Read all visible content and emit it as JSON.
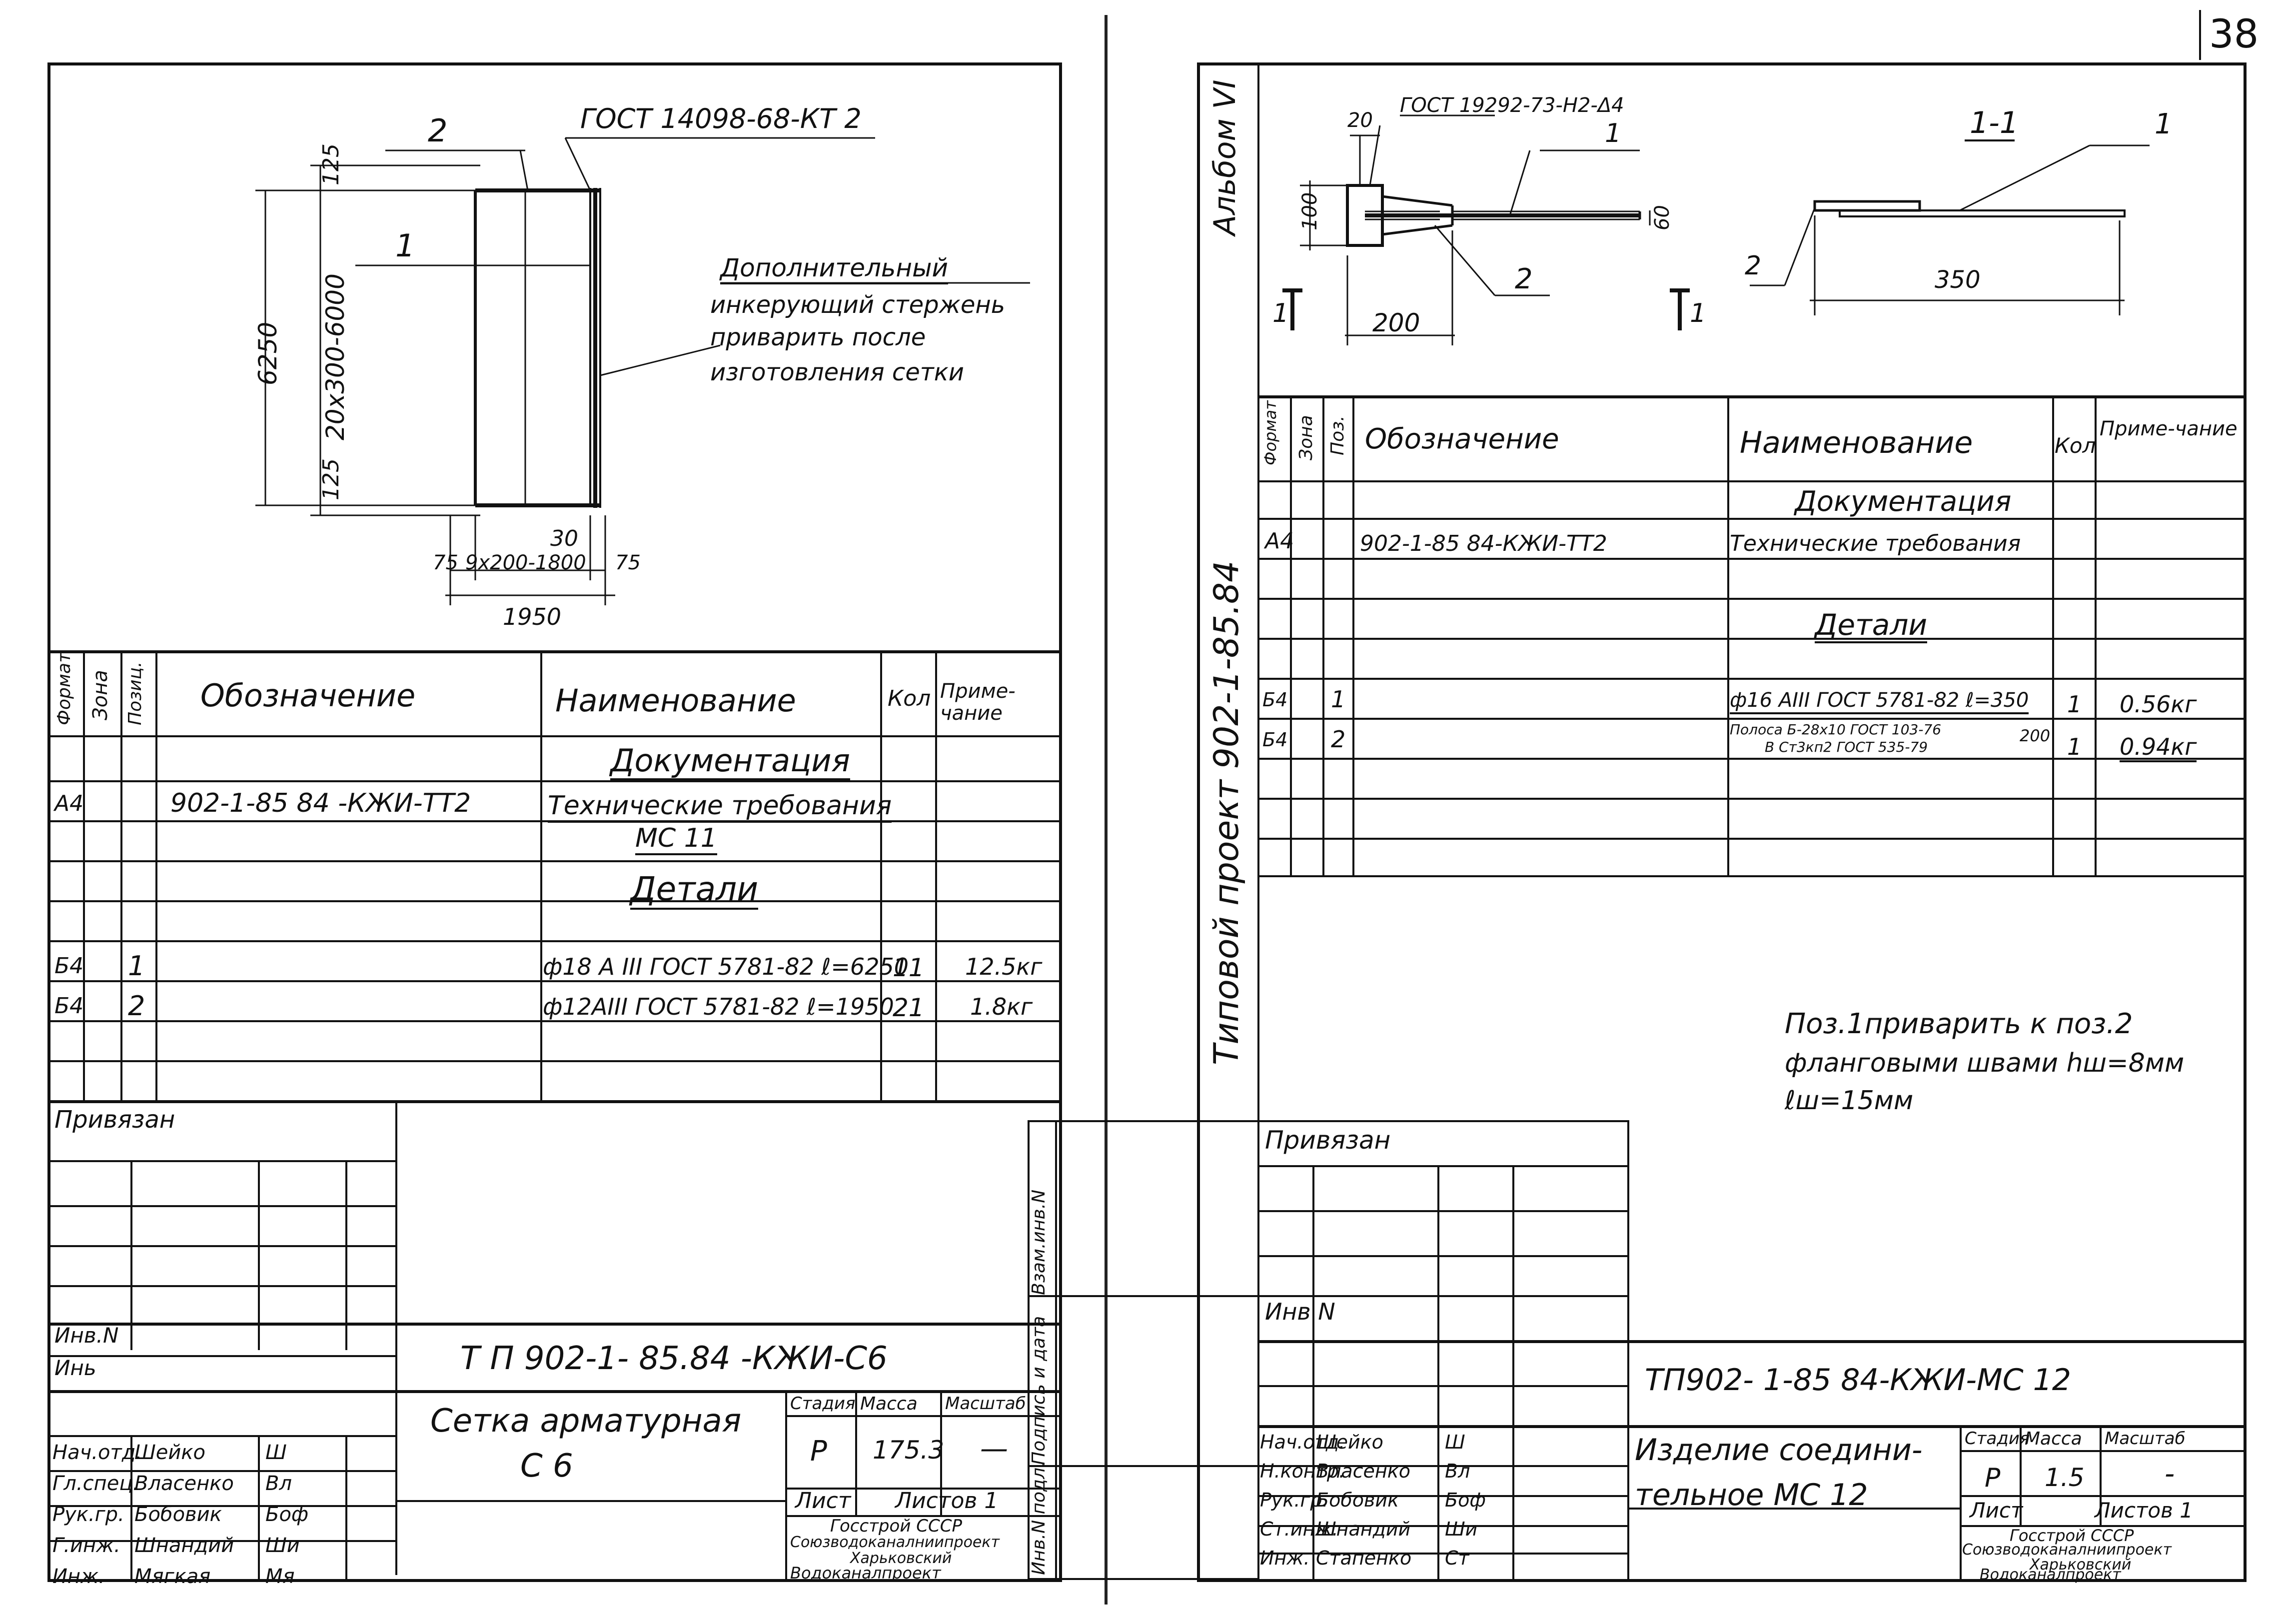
{
  "page_number": "38",
  "left_sheet": {
    "drawing": {
      "gost_note": "ГОСТ 14098-68-КТ 2",
      "callout_1": "1",
      "callout_2": "2",
      "dim_top": "125",
      "dim_middle": "20х300-6000",
      "dim_bottom": "125",
      "dim_total_height": "6250",
      "dim_30": "30",
      "dim_75_left": "75",
      "dim_spacing": "9х200-1800",
      "dim_75_right": "75",
      "dim_total_width": "1950",
      "note_line1": "Дополнительный",
      "note_line2": "инкерующий стержень",
      "note_line3": "приварить после",
      "note_line4": "изготовления сетки"
    },
    "spec_headers": {
      "format": "Формат",
      "zone": "Зона",
      "pos": "Позиц.",
      "designation": "Обозначение",
      "name": "Наименование",
      "qty": "Кол",
      "note": "Приме-чание"
    },
    "spec_rows": {
      "doc_section": "Документация",
      "doc_format": "А4",
      "doc_designation": "902-1-85 84 -КЖИ-ТТ2",
      "doc_name": "Технические требования",
      "doc_name2": "МС 11",
      "details_section": "Детали",
      "r1_format": "Б4",
      "r1_pos": "1",
      "r1_name": "ф18 А III ГОСТ 5781-82 ℓ=6250",
      "r1_qty": "11",
      "r1_note": "12.5кг",
      "r2_format": "Б4",
      "r2_pos": "2",
      "r2_name": "ф12АIII ГОСТ 5781-82 ℓ=1950",
      "r2_qty": "21",
      "r2_note": "1.8кг"
    },
    "title_block": {
      "privyazan": "Привязан",
      "inv_n": "Инв.N",
      "inv": "Инь",
      "code": "Т П 902-1- 85.84 -КЖИ-С6",
      "title_line1": "Сетка арматурная",
      "title_line2": "С 6",
      "stadia_label": "Стадия",
      "massa_label": "Масса",
      "masshtab_label": "Масштаб",
      "stadia": "Р",
      "massa": "175.3",
      "masshtab": "—",
      "list": "Лист",
      "listov": "Листов 1",
      "org1": "Госстрой СССР",
      "org2": "Союзводоканалниипроект",
      "org3": "Харьковский",
      "org4": "Водоканалпроект",
      "staff": [
        {
          "role": "Нач.отд.",
          "name": "Шейко",
          "sign": "Ш"
        },
        {
          "role": "Гл.спец.",
          "name": "Власенко",
          "sign": "Вл"
        },
        {
          "role": "Рук.гр.",
          "name": "Бобовик",
          "sign": "Боф"
        },
        {
          "role": "Г.инж.",
          "name": "Шнандий",
          "sign": "Ши"
        },
        {
          "role": "Инж.",
          "name": "Мягкая",
          "sign": "Мя"
        }
      ]
    }
  },
  "right_sheet": {
    "side_labels": {
      "album": "Альбом VI",
      "project": "Типовой проект 902-1-85.84",
      "vzam": "Взам.инв.N",
      "podpis": "Подпись и дата",
      "inv_podl": "Инв.N подл."
    },
    "drawing": {
      "gost": "ГОСТ 19292-73-Н2-Δ4",
      "dim_20": "20",
      "dim_100": "100",
      "dim_60": "60",
      "dim_200": "200",
      "callout_1": "1",
      "callout_2": "2",
      "section_mark_left": "1",
      "section_mark_right": "1",
      "section_title": "1-1",
      "sec_callout_1": "1",
      "sec_callout_2": "2",
      "sec_dim_350": "350"
    },
    "spec_headers": {
      "format": "Формат",
      "zone": "Зона",
      "pos": "Поз.",
      "designation": "Обозначение",
      "name": "Наименование",
      "qty": "Кол",
      "note": "Приме-чание"
    },
    "spec_rows": {
      "doc_section": "Документация",
      "doc_format": "А4",
      "doc_designation": "902-1-85 84-КЖИ-ТТ2",
      "doc_name": "Технические требования",
      "details_section": "Детали",
      "r1_format": "Б4",
      "r1_pos": "1",
      "r1_name": "ф16 АIII ГОСТ 5781-82 ℓ=350",
      "r1_qty": "1",
      "r1_note": "0.56кг",
      "r2_format": "Б4",
      "r2_pos": "2",
      "r2_name_a": "Полоса Б-28х10 ГОСТ 103-76",
      "r2_name_b": "В Ст3кп2 ГОСТ 535-79",
      "r2_len": "200",
      "r2_qty": "1",
      "r2_note": "0.94кг"
    },
    "weld_note": {
      "line1": "Поз.1приварить к поз.2",
      "line2": "фланговыми швами hш=8мм",
      "line3": "ℓш=15мм"
    },
    "title_block": {
      "privyazan": "Привязан",
      "inv_n": "Инв N",
      "code": "ТП902- 1-85 84-КЖИ-МС 12",
      "title_line1": "Изделие соедини-",
      "title_line2": "тельное МС 12",
      "stadia_label": "Стадия",
      "massa_label": "Масса",
      "masshtab_label": "Масштаб",
      "stadia": "Р",
      "massa": "1.5",
      "masshtab": "-",
      "list": "Лист",
      "listov": "Листов 1",
      "org1": "Госстрой СССР",
      "org2": "Союзводоканалниипроект",
      "org3": "Харьковский",
      "org4": "Водоканалпроект",
      "staff": [
        {
          "role": "Нач.отд.",
          "name": "Шейко",
          "sign": "Ш"
        },
        {
          "role": "Н.контр.",
          "name": "Власенко",
          "sign": "Вл"
        },
        {
          "role": "Рук.гр.",
          "name": "Бобовик",
          "sign": "Боф"
        },
        {
          "role": "Ст.инж.",
          "name": "Шнандий",
          "sign": "Ши"
        },
        {
          "role": "Инж.",
          "name": "Стапенко",
          "sign": "Ст"
        }
      ]
    }
  }
}
